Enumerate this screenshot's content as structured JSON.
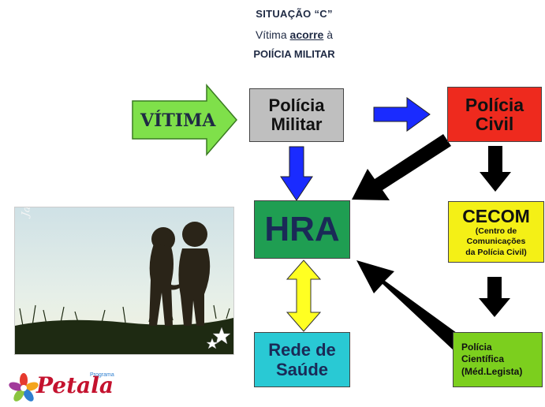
{
  "header": {
    "line1": "SITUAÇÃO “C”",
    "line2_pre": "Vítima ",
    "line2_u": "acorre",
    "line2_post": " à",
    "line3": "POIÍCIA MILITAR"
  },
  "nodes": {
    "vitima": "VÍTIMA",
    "policia_militar": [
      "Polícia",
      "Militar"
    ],
    "policia_civil": [
      "Polícia",
      "Civil"
    ],
    "hra": "HRA",
    "cecom_title": "CECOM",
    "cecom_sub": [
      "(Centro de",
      "Comunicações",
      "da Polícia Civil)"
    ],
    "rede": [
      "Rede de",
      "Saúde"
    ],
    "cientifica": [
      "Polícia",
      "Científica",
      "(Méd.Legista)"
    ]
  },
  "photo": {
    "signature": "Jana"
  },
  "logo": {
    "text": "Petala",
    "subtitle": "Programa"
  },
  "colors": {
    "vitima_arrow": "#7fe04a",
    "policia_militar": "#bfbfbf",
    "policia_civil": "#ee2a1e",
    "hra": "#1f9e52",
    "cecom": "#f4f016",
    "rede": "#29c9d4",
    "cientifica": "#7ccf1e",
    "blue_arrow": "#1a2bff",
    "yellow_arrow": "#ffff22"
  }
}
